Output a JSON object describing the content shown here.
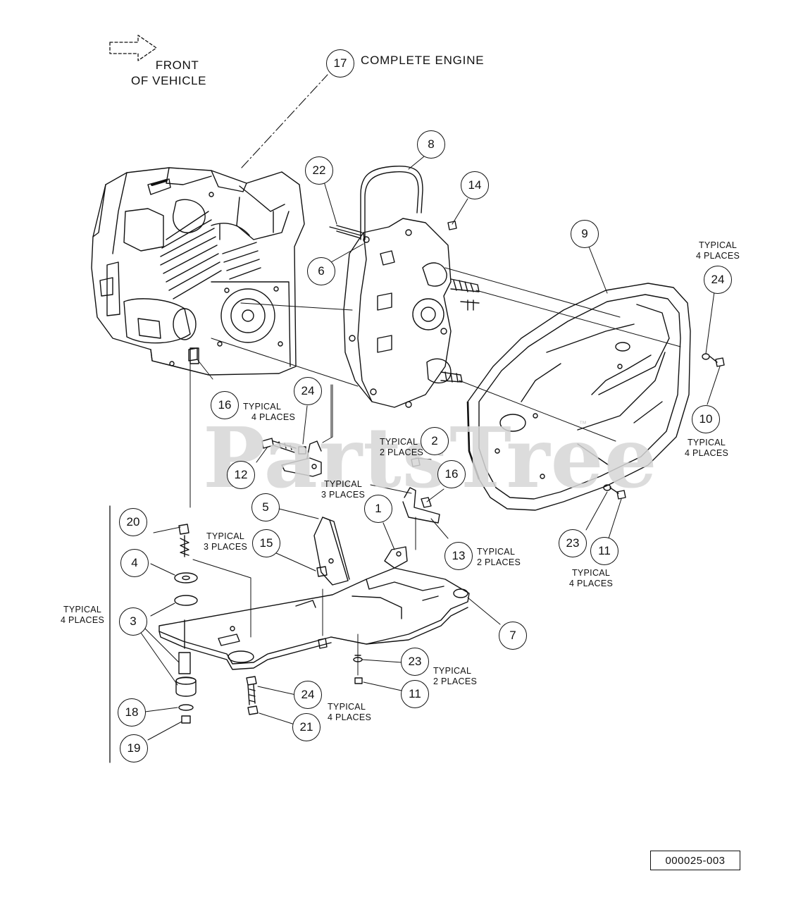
{
  "header": {
    "front_line1": "FRONT",
    "front_line2": "OF VEHICLE",
    "complete_engine": "COMPLETE ENGINE"
  },
  "watermark": {
    "text": "PartsTree",
    "trademark": "™"
  },
  "callouts": {
    "c17": "17",
    "c8": "8",
    "c22": "22",
    "c14": "14",
    "c9": "9",
    "c6": "6",
    "c24a": "24",
    "c16a": "16",
    "c24b": "24",
    "c10": "10",
    "c12": "12",
    "c2": "2",
    "c16b": "16",
    "c5": "5",
    "c1": "1",
    "c20": "20",
    "c15": "15",
    "c13": "13",
    "c23a": "23",
    "c11a": "11",
    "c4": "4",
    "c3": "3",
    "c7": "7",
    "c23b": "23",
    "c11b": "11",
    "c24c": "24",
    "c18": "18",
    "c21": "21",
    "c19": "19"
  },
  "notes": {
    "n24_top": [
      "TYPICAL",
      "4 PLACES"
    ],
    "n16": [
      "TYPICAL",
      "4 PLACES"
    ],
    "n10": [
      "TYPICAL",
      "4 PLACES"
    ],
    "n2": [
      "TYPICAL",
      "2 PLACES"
    ],
    "n24_mid": [
      "TYPICAL",
      "3 PLACES"
    ],
    "n20": [
      "TYPICAL",
      "3 PLACES"
    ],
    "n13": [
      "TYPICAL",
      "2 PLACES"
    ],
    "n23": [
      "TYPICAL",
      "4 PLACES"
    ],
    "n_left": [
      "TYPICAL",
      "4 PLACES"
    ],
    "n23_low": [
      "TYPICAL",
      "2 PLACES"
    ],
    "n24_low": [
      "TYPICAL",
      "4 PLACES"
    ]
  },
  "figure_id": "000025-003"
}
